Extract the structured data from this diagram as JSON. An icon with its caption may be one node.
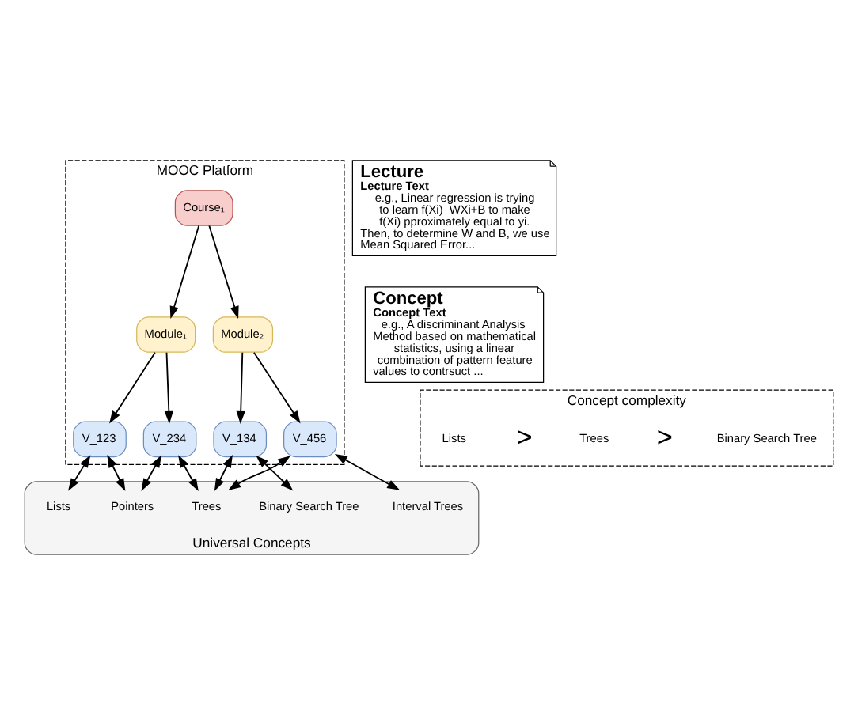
{
  "diagram": {
    "nodes": [
      {
        "text": [
          "MOOC Platform"
        ]
      },
      {
        "text": [
          "Course₁"
        ],
        "in": 0
      },
      {
        "text": [
          "Module₁"
        ],
        "in": 0
      },
      {
        "text": [
          "Module₂"
        ],
        "in": 0
      },
      {
        "text": [
          "V_123"
        ],
        "in": 0
      },
      {
        "text": [
          "V_234"
        ],
        "in": 0
      },
      {
        "text": [
          "V_134"
        ],
        "in": 0
      },
      {
        "text": [
          "V_456"
        ],
        "in": 0
      },
      {
        "text": [
          "Universal Concepts"
        ]
      },
      {
        "text": [
          "Lists"
        ],
        "in": 8
      },
      {
        "text": [
          "Pointers"
        ],
        "in": 8
      },
      {
        "text": [
          "Trees"
        ],
        "in": 8
      },
      {
        "text": [
          "Binary Search Tree"
        ],
        "in": 8
      },
      {
        "text": [
          "Interval Trees"
        ],
        "in": 8
      },
      {
        "text": [
          "Lecture",
          "Lecture Text",
          "e.g., Linear regression is trying to learn f(Xi)  WXi+B to make f(Xi) pproximately equal to yi. Then, to determine W and B, we use Mean Squared Error..."
        ]
      },
      {
        "text": [
          "Concept",
          "Concept Text",
          "e.g., A discriminant Analysis Method based on mathematical statistics, using a linear combination of pattern feature values to contrsuct ..."
        ]
      },
      {
        "text": [
          "Concept complexity"
        ]
      },
      {
        "text": [
          "Lists"
        ],
        "in": 16
      },
      {
        "text": [
          "Trees"
        ],
        "in": 16
      },
      {
        "text": [
          "Binary Search Tree"
        ],
        "in": 16
      }
    ],
    "edges": [
      {
        "from": 1,
        "to": 2,
        "arrow": "to"
      },
      {
        "from": 1,
        "to": 3,
        "arrow": "to"
      },
      {
        "from": 2,
        "to": 4,
        "arrow": "to"
      },
      {
        "from": 2,
        "to": 5,
        "arrow": "to"
      },
      {
        "from": 3,
        "to": 6,
        "arrow": "to"
      },
      {
        "from": 3,
        "to": 7,
        "arrow": "to"
      },
      {
        "from": 4,
        "to": 9,
        "arrow": "both"
      },
      {
        "from": 4,
        "to": 10,
        "arrow": "both"
      },
      {
        "from": 5,
        "to": 10,
        "arrow": "both"
      },
      {
        "from": 5,
        "to": 11,
        "arrow": "both"
      },
      {
        "from": 6,
        "to": 11,
        "arrow": "both"
      },
      {
        "from": 6,
        "to": 12,
        "arrow": "both"
      },
      {
        "from": 7,
        "to": 11,
        "arrow": "both"
      },
      {
        "from": 7,
        "to": 13,
        "arrow": "both"
      }
    ],
    "labels": [
      ">",
      ">"
    ]
  }
}
